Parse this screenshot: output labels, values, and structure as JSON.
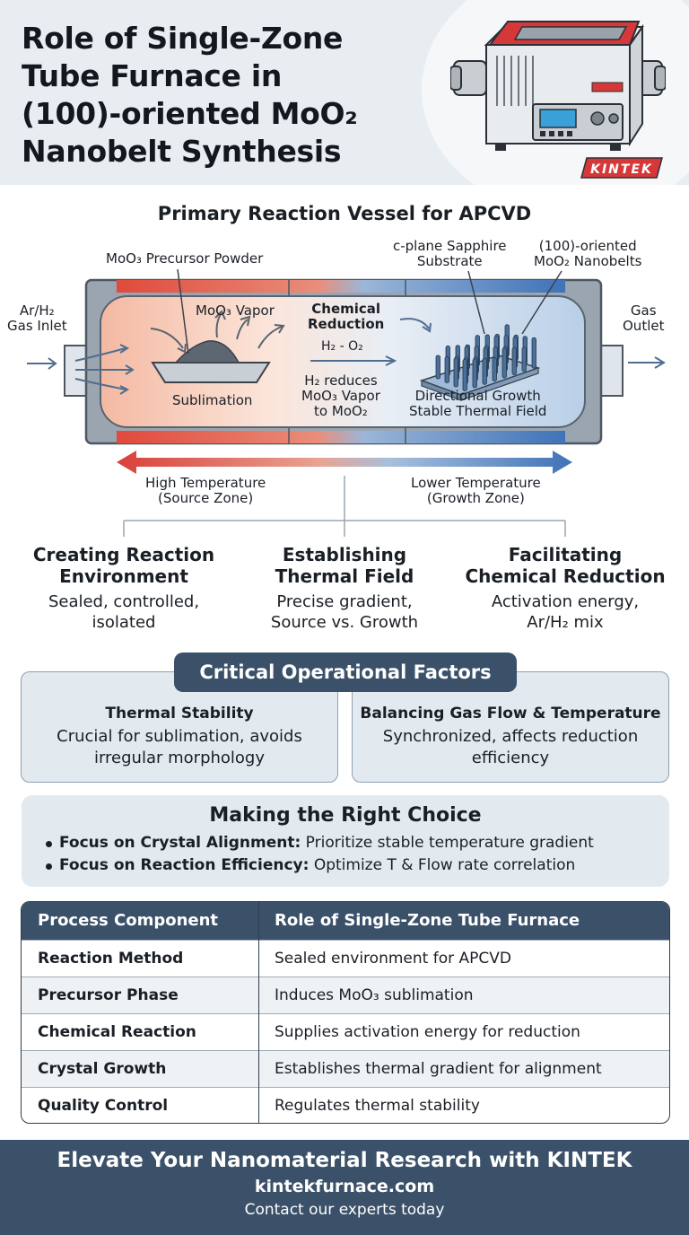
{
  "header": {
    "title_lines": [
      "Role of Single-Zone",
      "Tube Furnace in",
      "(100)-oriented MoO₂",
      "Nanobelt Synthesis"
    ],
    "brand_badge": "KINTEK",
    "device_label": "KINTEK"
  },
  "diagram": {
    "heading": "Primary Reaction Vessel for APCVD",
    "precursor_label": "MoO₃ Precursor Powder",
    "substrate_label": [
      "c-plane Sapphire",
      "Substrate"
    ],
    "nanobelt_label": [
      "(100)-oriented",
      "MoO₂ Nanobelts"
    ],
    "inlet_label": [
      "Ar/H₂",
      "Gas Inlet"
    ],
    "outlet_label": [
      "Gas",
      "Outlet"
    ],
    "vapor_label": "MoO₃ Vapor",
    "sublimation_label": "Sublimation",
    "reduction_label": [
      "Chemical",
      "Reduction"
    ],
    "reaction_formula": "H₂ - O₂",
    "reduction_note": [
      "H₂ reduces",
      "MoO₃ Vapor",
      "to MoO₂"
    ],
    "growth_label": [
      "Directional Growth",
      "Stable Thermal Field"
    ],
    "high_temp_label": [
      "High Temperature",
      "(Source Zone)"
    ],
    "low_temp_label": [
      "Lower Temperature",
      "(Growth Zone)"
    ]
  },
  "columns": [
    {
      "heading": [
        "Creating Reaction",
        "Environment"
      ],
      "desc": [
        "Sealed, controlled,",
        "isolated"
      ]
    },
    {
      "heading": [
        "Establishing",
        "Thermal Field"
      ],
      "desc": [
        "Precise gradient,",
        "Source vs. Growth"
      ]
    },
    {
      "heading": [
        "Facilitating",
        "Chemical Reduction"
      ],
      "desc": [
        "Activation energy,",
        "Ar/H₂ mix"
      ]
    }
  ],
  "factors": {
    "title": "Critical Operational Factors",
    "items": [
      {
        "heading": "Thermal Stability",
        "desc": [
          "Crucial for sublimation, avoids",
          "irregular morphology"
        ]
      },
      {
        "heading": "Balancing Gas Flow & Temperature",
        "desc": [
          "Synchronized, affects reduction",
          "efficiency"
        ]
      }
    ]
  },
  "choice": {
    "title": "Making the Right Choice",
    "items": [
      {
        "bold": "Focus on Crystal Alignment:",
        "text": " Prioritize stable temperature gradient"
      },
      {
        "bold": "Focus on Reaction Efficiency:",
        "text": " Optimize T & Flow rate correlation"
      }
    ]
  },
  "table": {
    "headers": [
      "Process Component",
      "Role of Single-Zone Tube Furnace"
    ],
    "rows": [
      [
        "Reaction Method",
        "Sealed environment for APCVD"
      ],
      [
        "Precursor Phase",
        "Induces MoO₃ sublimation"
      ],
      [
        "Chemical Reaction",
        "Supplies activation energy for reduction"
      ],
      [
        "Crystal Growth",
        "Establishes thermal gradient for alignment"
      ],
      [
        "Quality Control",
        "Regulates thermal stability"
      ]
    ]
  },
  "footer": {
    "cta": "Elevate Your Nanomaterial Research with KINTEK",
    "url": "kintekfurnace.com",
    "contact": "Contact our experts today"
  },
  "colors": {
    "hot": "#d9403a",
    "cool": "#3f73b8",
    "navy": "#3a5169",
    "panel": "#e2e9ef"
  }
}
